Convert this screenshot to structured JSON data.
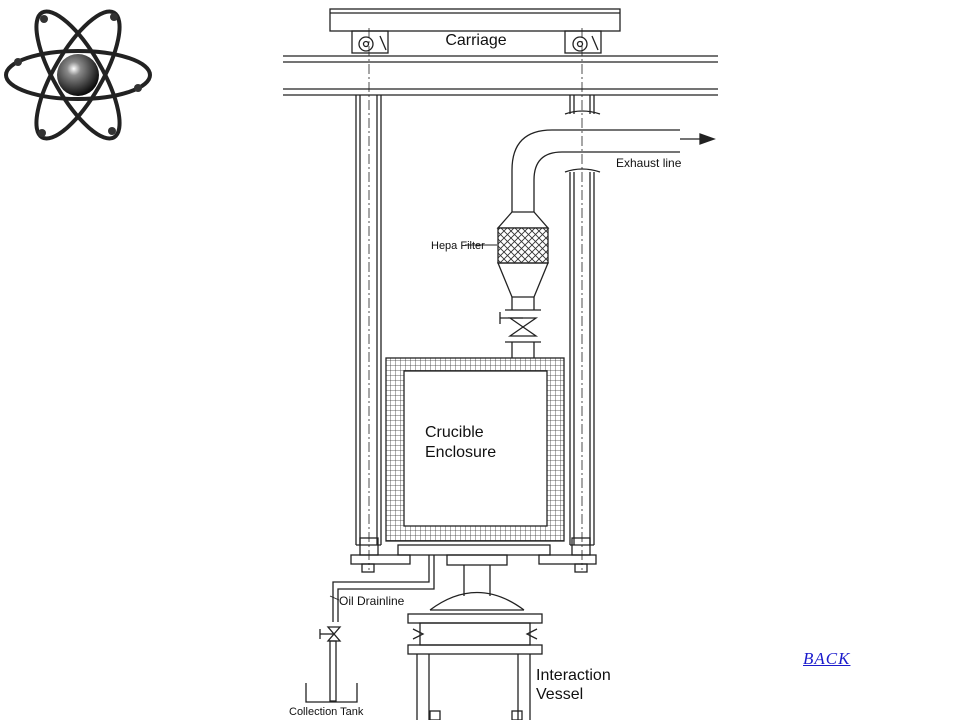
{
  "labels": {
    "carriage": "Carriage",
    "exhaust_line": "Exhaust line",
    "hepa_filter": "Hepa Filter",
    "crucible_line1": "Crucible",
    "crucible_line2": "Enclosure",
    "oil_drainline": "Oil Drainline",
    "interaction_line1": "Interaction",
    "interaction_line2": "Vessel",
    "collection_tank": "Collection Tank"
  },
  "nav": {
    "back_label": "BACK"
  },
  "icons": {
    "logo": "atom-icon"
  },
  "colors": {
    "line": "#222222",
    "link": "#1a1acc"
  }
}
